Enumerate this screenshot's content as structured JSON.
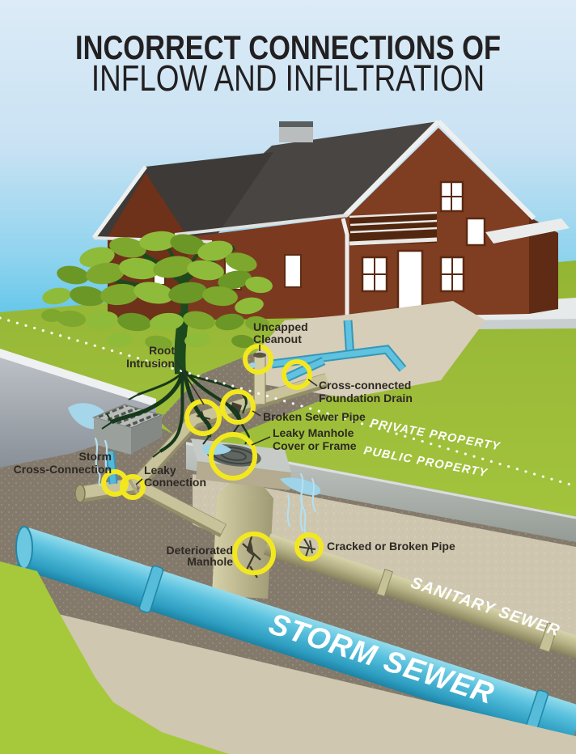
{
  "title": {
    "line1": "INCORRECT CONNECTIONS OF",
    "line2": "INFLOW AND INFILTRATION"
  },
  "callouts": [
    {
      "id": "uncapped-cleanout",
      "lines": [
        "Uncapped",
        "Cleanout"
      ]
    },
    {
      "id": "root-intrusion",
      "lines": [
        "Root",
        "Intrusion"
      ]
    },
    {
      "id": "cross-connected-foundation-drain",
      "lines": [
        "Cross-connected",
        "Foundation Drain"
      ]
    },
    {
      "id": "broken-sewer-pipe",
      "lines": [
        "Broken Sewer Pipe"
      ]
    },
    {
      "id": "leaky-manhole-cover",
      "lines": [
        "Leaky Manhole",
        "Cover or Frame"
      ]
    },
    {
      "id": "storm-cross-connection",
      "lines": [
        "Storm",
        "Cross-Connection"
      ]
    },
    {
      "id": "leaky-connection",
      "lines": [
        "Leaky",
        "Connection"
      ]
    },
    {
      "id": "deteriorated-manhole",
      "lines": [
        "Deteriorated",
        "Manhole"
      ]
    },
    {
      "id": "cracked-or-broken-pipe",
      "lines": [
        "Cracked or Broken Pipe"
      ]
    }
  ],
  "property_boundary": {
    "private": "PRIVATE PROPERTY",
    "public": "PUBLIC PROPERTY"
  },
  "pipe_labels": {
    "sanitary": "SANITARY SEWER",
    "storm": "STORM SEWER"
  },
  "colors": {
    "sky_top": "#dcebf7",
    "sky_horizon": "#5fc5e9",
    "grass": "#9dbd3a",
    "grass_bright": "#a6c93c",
    "earth_dark": "#847a6c",
    "earth_tan": "#cec6ae",
    "road_gray": "#a9aeb4",
    "concrete": "#c0c5c2",
    "pipe_blue": "#4db3d6",
    "pipe_olive": "#b5b083",
    "house_brown": "#7b3a20",
    "roof_dark": "#45413e",
    "trim_white": "#eef0f0",
    "highlight_yellow": "#f3e81f",
    "label_dark": "#2d2923",
    "water_blue": "#9ed3e8",
    "tree_leaf": "#82a92f",
    "tree_trunk": "#1c4a1c"
  }
}
